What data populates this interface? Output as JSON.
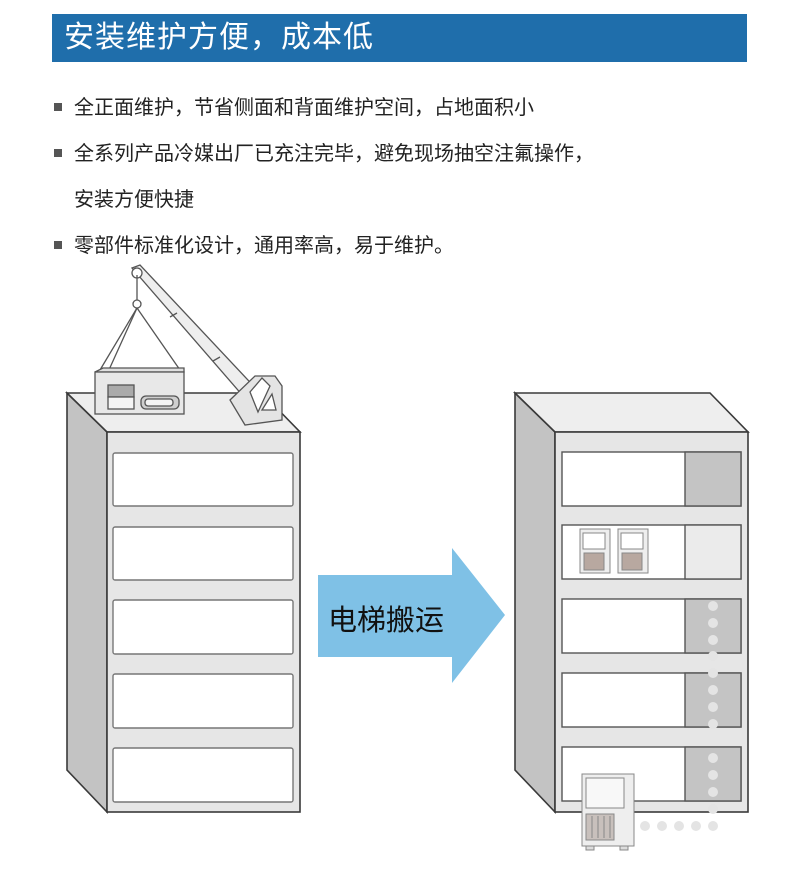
{
  "header": {
    "title": "安装维护方便，成本低",
    "background_color": "#1f6eab",
    "text_color": "#ffffff"
  },
  "bullets": [
    {
      "text": "全正面维护，节省侧面和背面维护空间，占地面积小",
      "marker": true
    },
    {
      "text": "全系列产品冷媒出厂已充注完毕，避免现场抽空注氟操作，",
      "marker": true
    },
    {
      "text": "安装方便快捷",
      "marker": false
    },
    {
      "text": "零部件标准化设计，通用率高，易于维护。",
      "marker": true
    }
  ],
  "diagram": {
    "left_building": {
      "floors": 5,
      "equipment": "crane-lifting-unit-on-roof"
    },
    "arrow": {
      "label": "电梯搬运",
      "color": "#7fc1e6"
    },
    "right_building": {
      "floors": 5,
      "equipment": "indoor-units-via-elevator",
      "shaft_color": "#c4c4c4"
    }
  }
}
